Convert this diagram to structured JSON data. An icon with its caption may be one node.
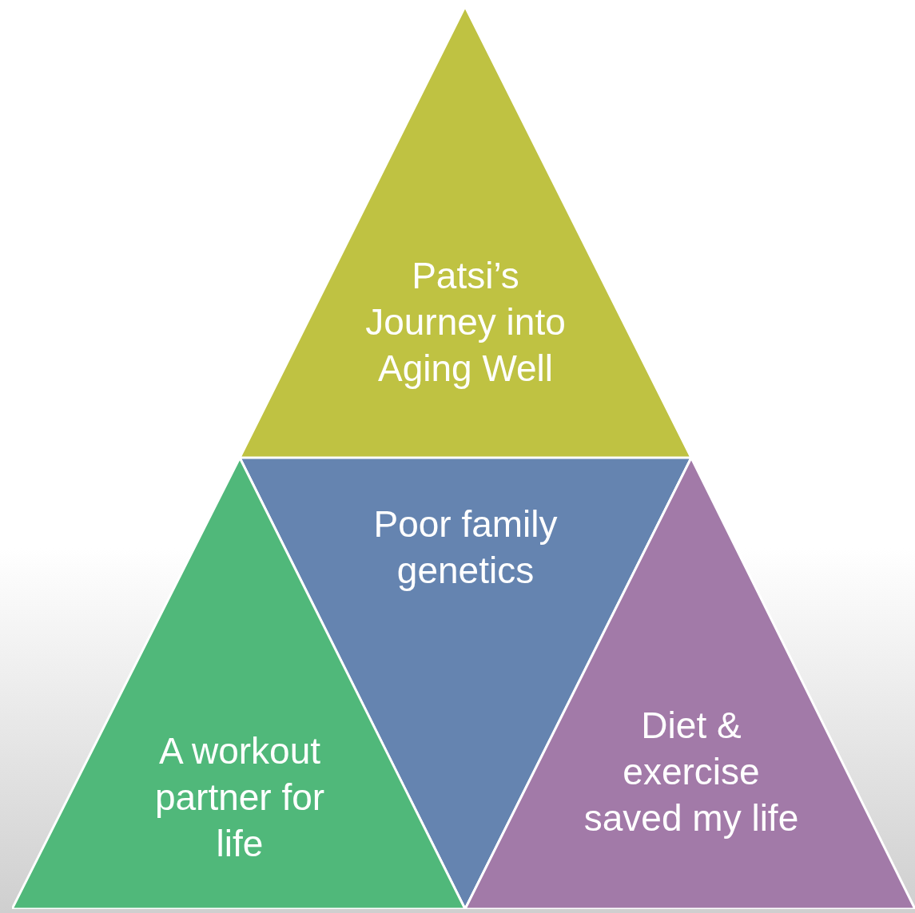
{
  "diagram": {
    "nodes": [
      {
        "text": [
          "Patsi’s Journey into Aging Well"
        ]
      },
      {
        "text": [
          "Poor family genetics"
        ]
      },
      {
        "text": [
          "A workout partner for life"
        ]
      },
      {
        "text": [
          "Diet & exercise saved my life"
        ]
      }
    ]
  }
}
